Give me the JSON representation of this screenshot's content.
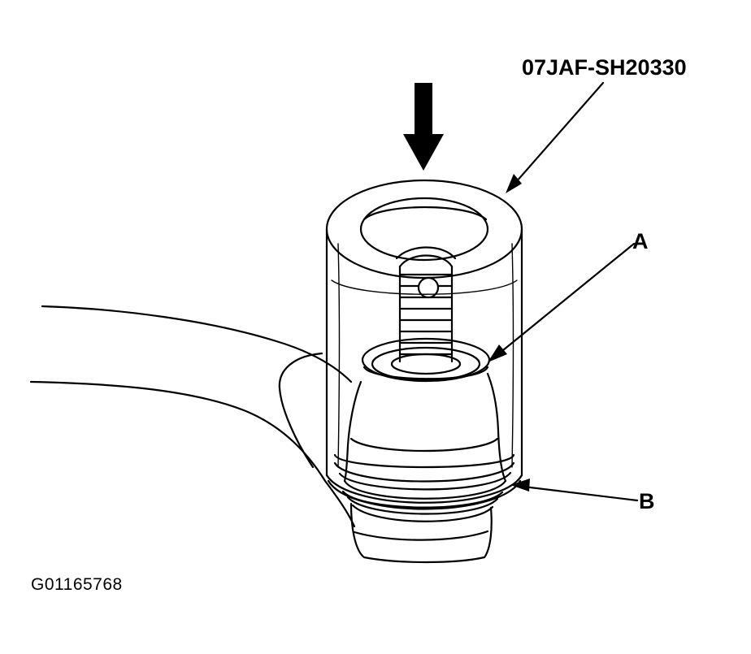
{
  "labels": {
    "tool_part_number": "07JAF-SH20330",
    "callout_a": "A",
    "callout_b": "B",
    "figure_id": "G01165768"
  },
  "colors": {
    "ink": "#000000",
    "background": "#ffffff"
  },
  "icons": {
    "press_direction": "down-arrow-icon"
  }
}
